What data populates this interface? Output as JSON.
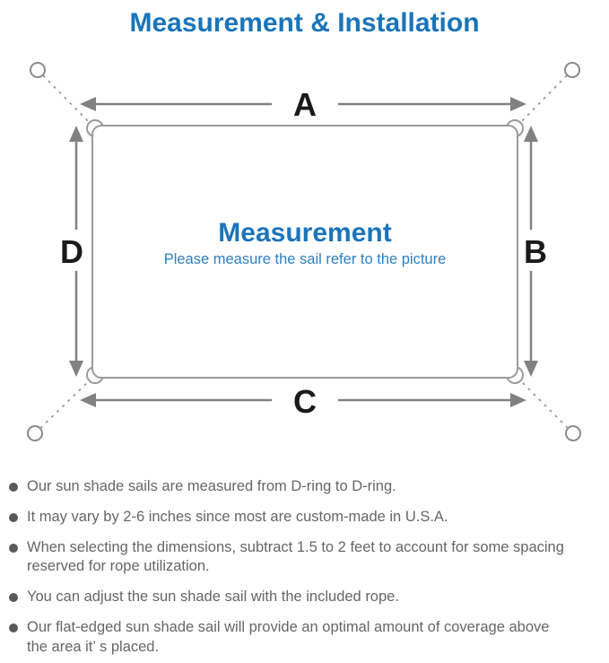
{
  "header": {
    "title": "Measurement & Installation",
    "title_color": "#1a74b9"
  },
  "diagram": {
    "labels": {
      "top": "A",
      "right": "B",
      "bottom": "C",
      "left": "D"
    },
    "center": {
      "heading": "Measurement",
      "subheading": "Please measure the sail refer to the picture",
      "heading_color": "#1b74ba",
      "subheading_color": "#2e80c4"
    },
    "colors": {
      "arrow": "#818181",
      "sail_outline": "#9b9b9b",
      "dashed_rope": "#9a9a9a",
      "dimension_label": "#1a1a1a"
    }
  },
  "notes": {
    "bullet_color": "#595959",
    "text_color": "#666666",
    "items": [
      {
        "text": "Our sun shade sails are measured from D-ring to D-ring."
      },
      {
        "text": "It may vary by 2-6 inches since most are custom-made in U.S.A."
      },
      {
        "text": "When selecting the dimensions, subtract 1.5 to 2 feet to account for some spacing\nreserved for rope utilization."
      },
      {
        "text": "You can adjust the sun shade sail with the included rope."
      },
      {
        "text": "Our flat-edged sun shade sail will provide an optimal amount of coverage above\nthe area it’ s placed."
      }
    ]
  }
}
